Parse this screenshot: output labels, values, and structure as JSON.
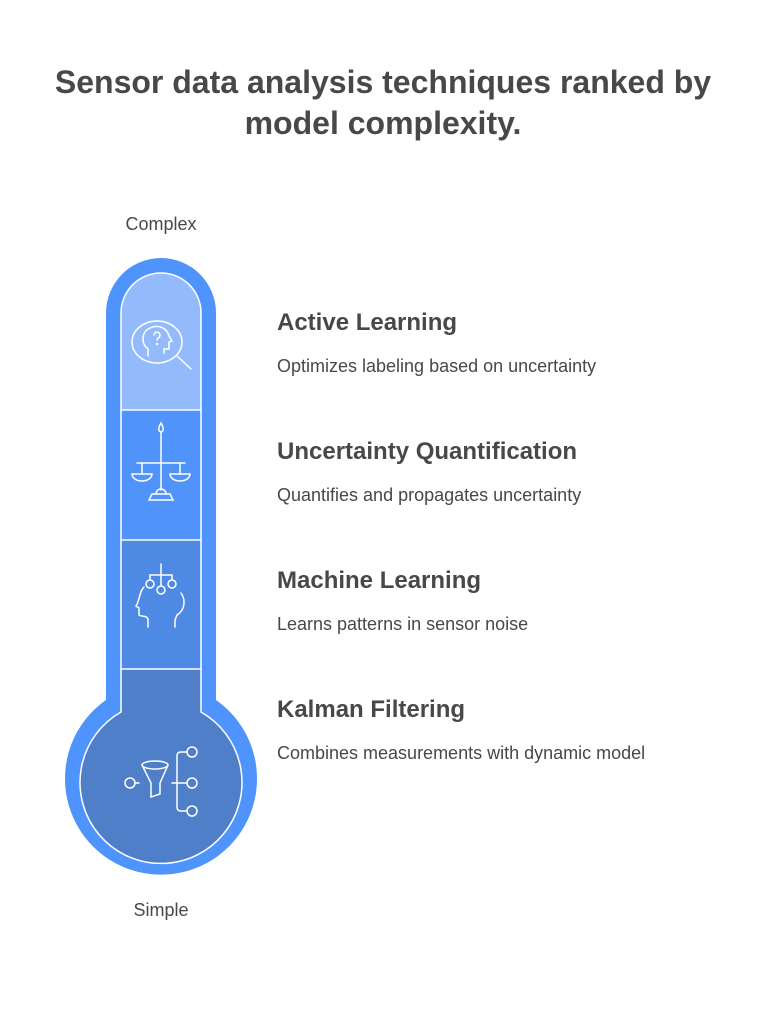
{
  "title": "Sensor data analysis techniques ranked by model complexity.",
  "axis": {
    "top": "Complex",
    "bottom": "Simple"
  },
  "colors": {
    "outer": "#4F94FC",
    "seg1": "#93BBFC",
    "seg2": "#5093FB",
    "seg3": "#4E89E4",
    "seg4": "#4F7FC9",
    "text": "#484848"
  },
  "items": [
    {
      "title": "Active Learning",
      "description": "Optimizes labeling based on uncertainty",
      "icon": "head-question-magnifier-icon"
    },
    {
      "title": "Uncertainty Quantification",
      "description": "Quantifies and propagates uncertainty",
      "icon": "balance-scale-icon"
    },
    {
      "title": "Machine Learning",
      "description": "Learns patterns in sensor noise",
      "icon": "head-network-icon"
    },
    {
      "title": "Kalman Filtering",
      "description": "Combines measurements with dynamic model",
      "icon": "funnel-branch-icon"
    }
  ]
}
